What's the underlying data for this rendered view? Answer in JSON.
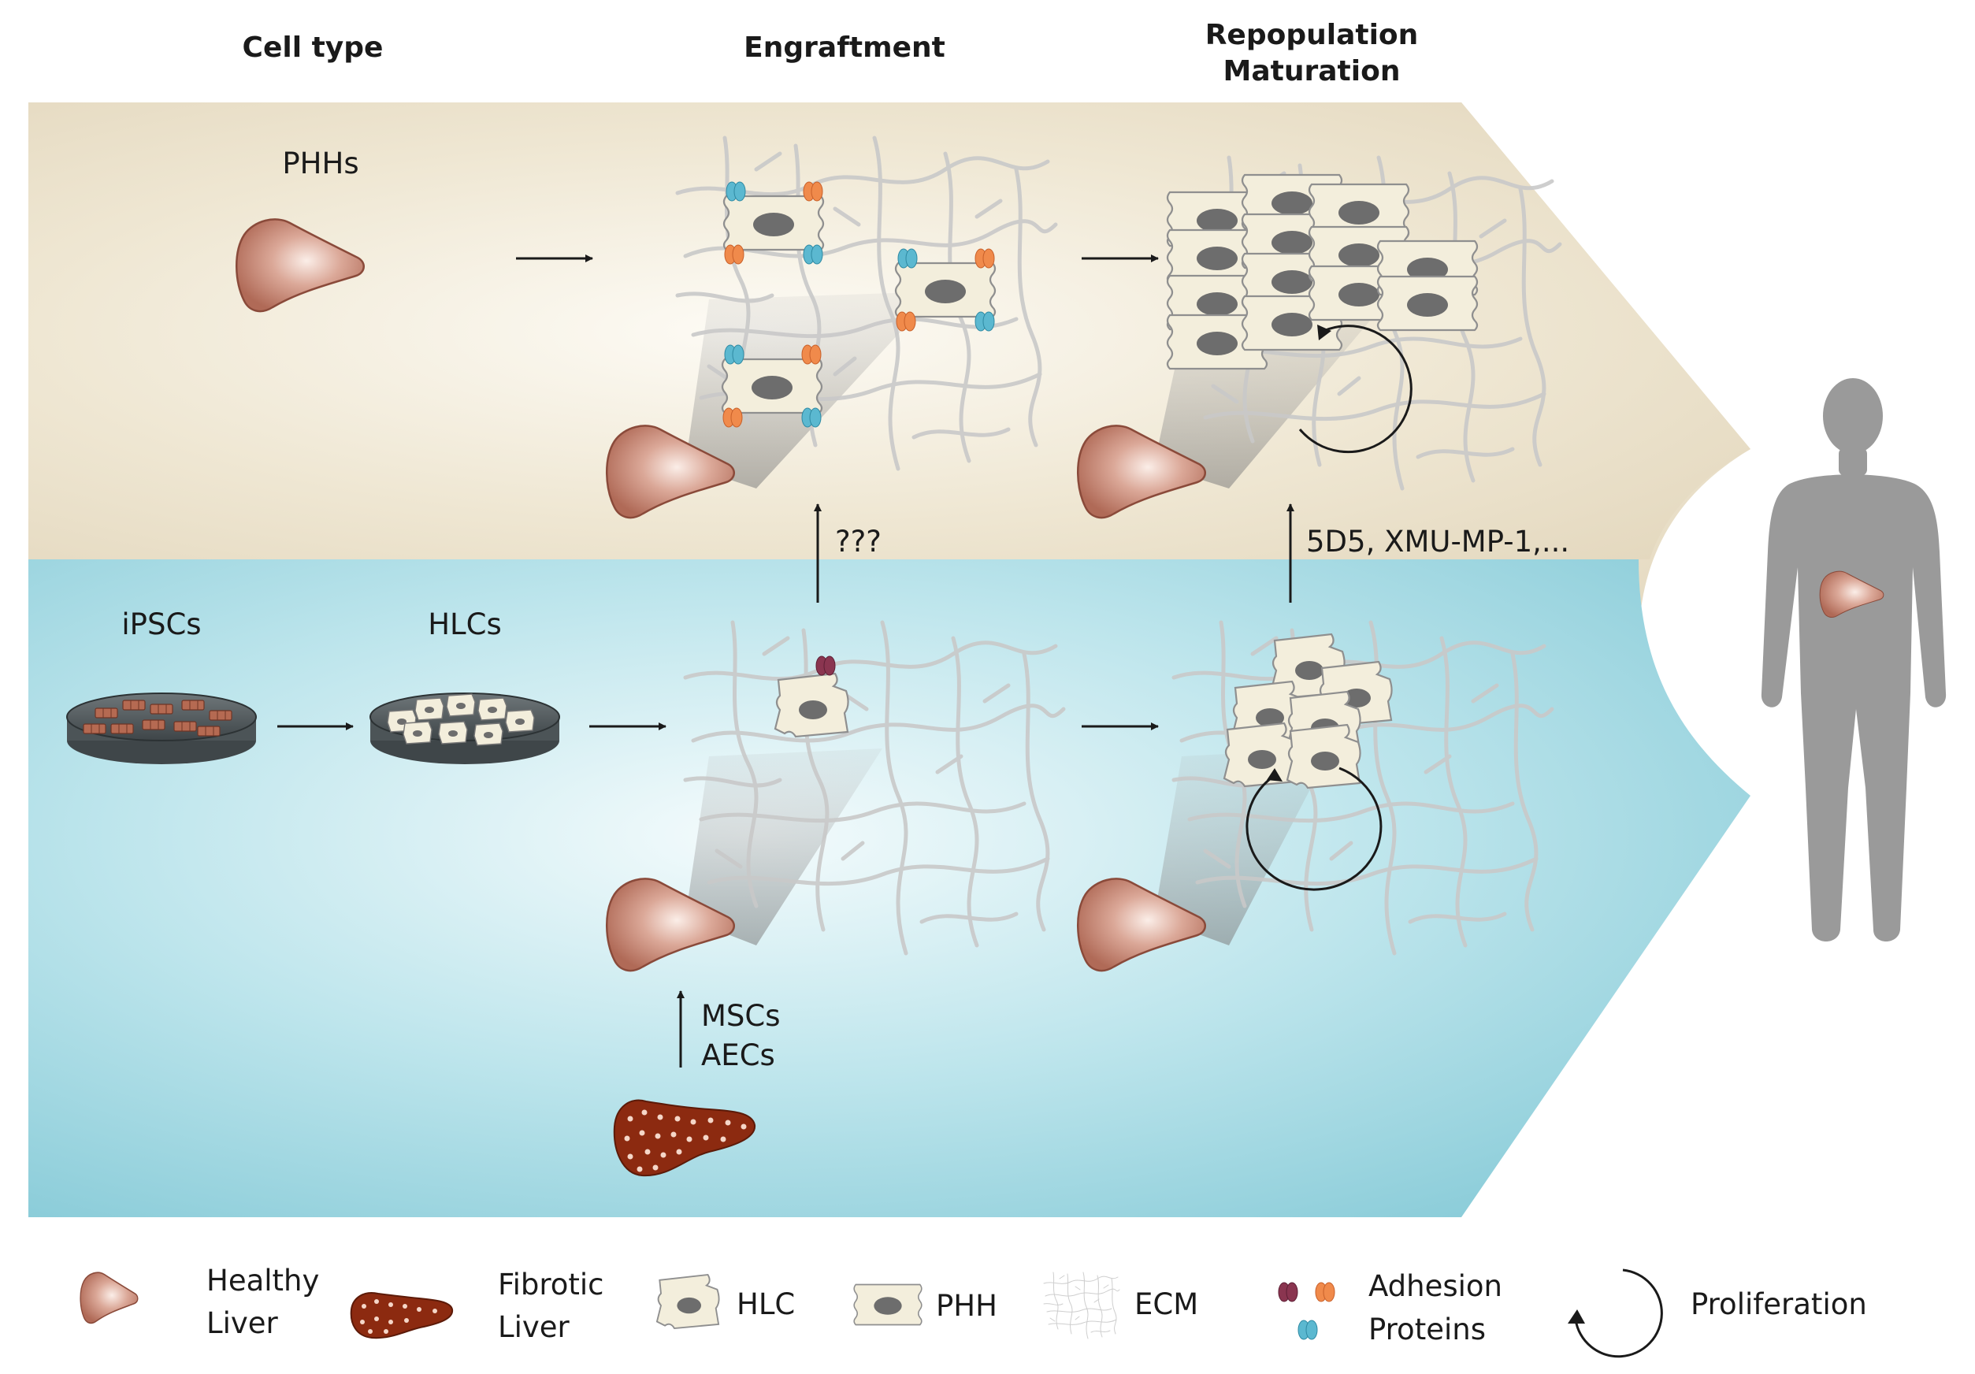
{
  "headers": {
    "cell_type": "Cell type",
    "engraftment": "Engraftment",
    "repopulation": "Repopulation",
    "maturation": "Maturation"
  },
  "labels": {
    "phhs": "PHHs",
    "ipscs": "iPSCs",
    "hlcs": "HLCs",
    "unknown": "???",
    "factors": "5D5, XMU-MP-1,...",
    "mscs": "MSCs",
    "aecs": "AECs"
  },
  "legend": {
    "healthy_1": "Healthy",
    "healthy_2": "Liver",
    "fibrotic_1": "Fibrotic",
    "fibrotic_2": "Liver",
    "hlc": "HLC",
    "phh": "PHH",
    "ecm": "ECM",
    "adhesion_1": "Adhesion",
    "adhesion_2": "Proteins",
    "proliferation": "Proliferation"
  },
  "colors": {
    "top_band": "#e6dcc4",
    "bottom_band": "#8fd0dc",
    "liver": "#c98b78",
    "fibrotic": "#8c2a10",
    "cell_fill": "#f3eedc",
    "nucleus": "#6d6d6d",
    "adhesion_orange": "#f08a4b",
    "adhesion_teal": "#5bb8d0",
    "adhesion_maroon": "#8a3550",
    "human": "#9a9a9a"
  },
  "icons": {
    "healthy": "healthy-liver-icon",
    "fibrotic": "fibrotic-liver-icon",
    "hlc": "hlc-cell-icon",
    "phh": "phh-cell-icon",
    "ecm": "ecm-icon",
    "adhesion": "adhesion-protein-icon",
    "proliferation": "proliferation-icon",
    "human": "human-body-icon"
  }
}
